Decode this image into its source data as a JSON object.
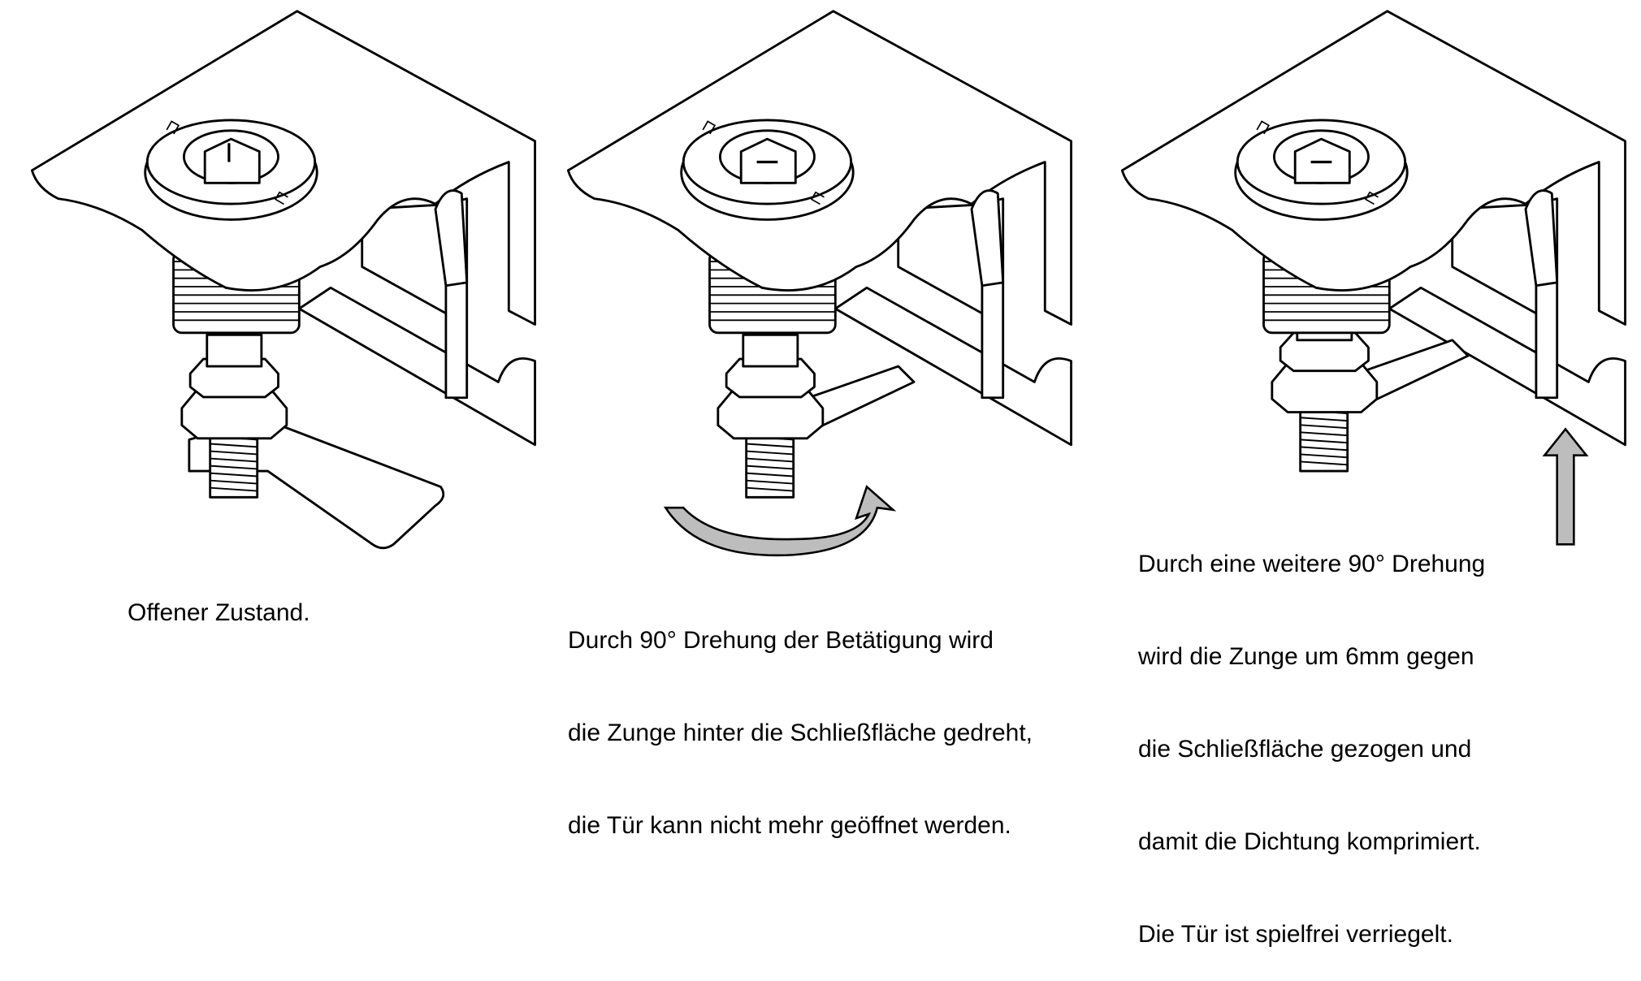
{
  "panels": [
    {
      "state": "open",
      "caption": [
        "Offener Zustand."
      ]
    },
    {
      "state": "rotated",
      "caption": [
        "Durch 90° Drehung der Betätigung wird",
        "die Zunge hinter die Schließfläche gedreht,",
        "die Tür kann nicht mehr geöffnet werden."
      ]
    },
    {
      "state": "locked",
      "caption": [
        "Durch eine weitere 90° Drehung",
        "wird die Zunge um 6mm gegen",
        "die Schließfläche gezogen und",
        "damit die Dichtung komprimiert.",
        "Die Tür ist spielfrei verriegelt."
      ]
    }
  ],
  "colors": {
    "line": "#000000",
    "arrow_fill": "#bdbdbd"
  }
}
